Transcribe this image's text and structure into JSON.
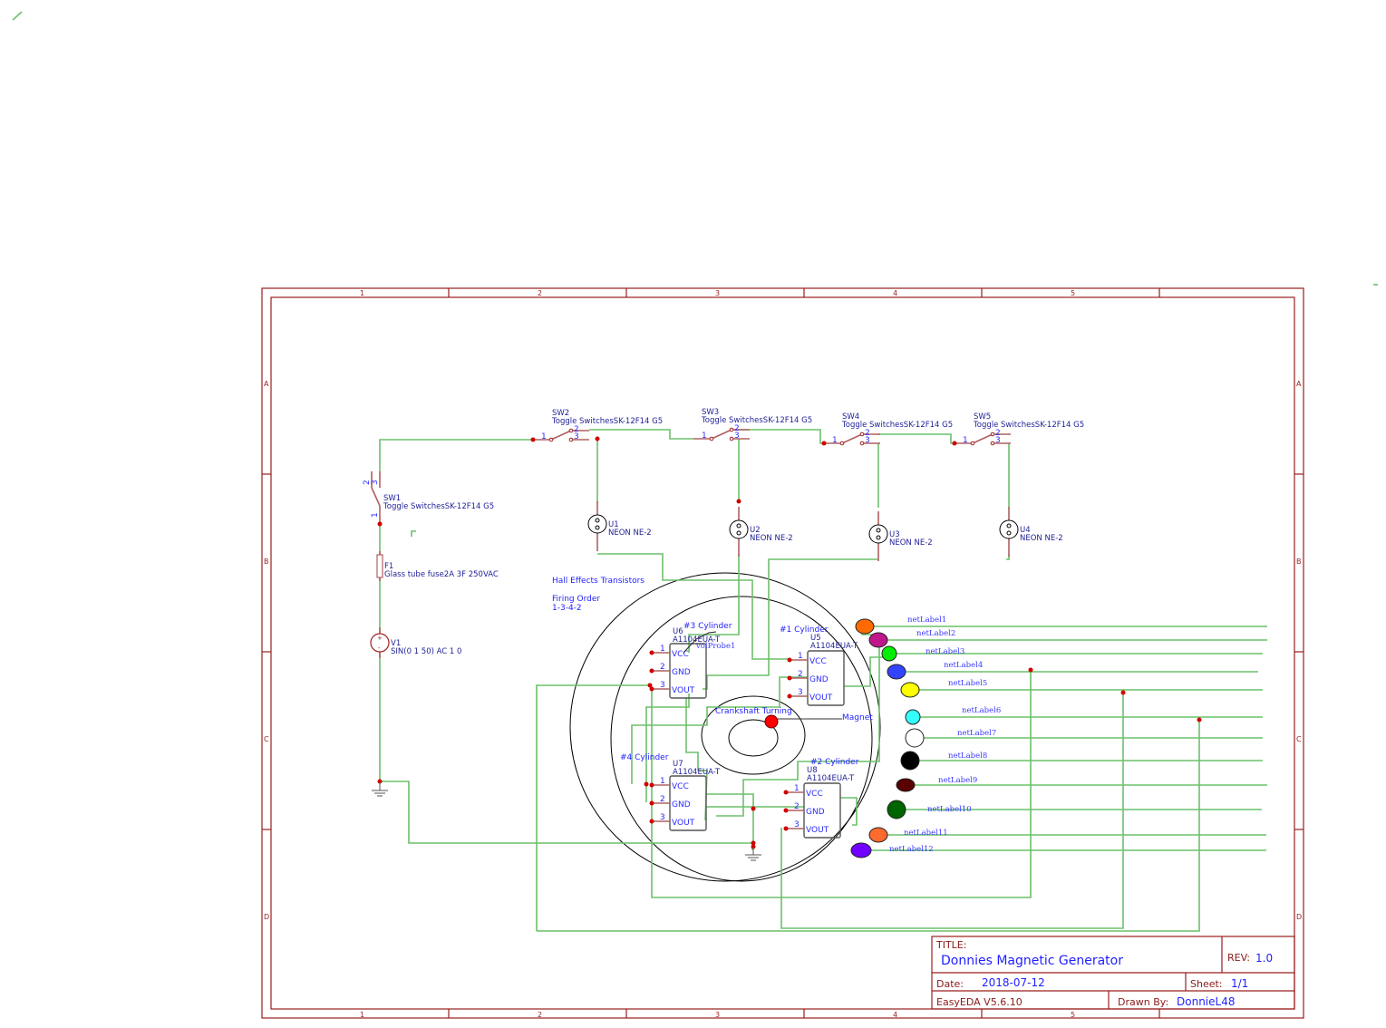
{
  "frame": {
    "columns": [
      "1",
      "2",
      "3",
      "4",
      "5"
    ],
    "rows": [
      "A",
      "B",
      "C",
      "D"
    ]
  },
  "components": {
    "sw1": {
      "ref": "SW1",
      "value": "Toggle SwitchesSK-12F14 G5",
      "pins": [
        "1",
        "2",
        "3"
      ]
    },
    "sw2": {
      "ref": "SW2",
      "value": "Toggle SwitchesSK-12F14 G5",
      "pins": [
        "1",
        "2",
        "3"
      ]
    },
    "sw3": {
      "ref": "SW3",
      "value": "Toggle SwitchesSK-12F14 G5",
      "pins": [
        "1",
        "2",
        "3"
      ]
    },
    "sw4": {
      "ref": "SW4",
      "value": "Toggle SwitchesSK-12F14 G5",
      "pins": [
        "1",
        "2",
        "3"
      ]
    },
    "sw5": {
      "ref": "SW5",
      "value": "Toggle SwitchesSK-12F14 G5",
      "pins": [
        "1",
        "2",
        "3"
      ]
    },
    "u1": {
      "ref": "U1",
      "value": "NEON NE-2"
    },
    "u2": {
      "ref": "U2",
      "value": "NEON NE-2"
    },
    "u3": {
      "ref": "U3",
      "value": "NEON NE-2"
    },
    "u4": {
      "ref": "U4",
      "value": "NEON NE-2"
    },
    "f1": {
      "ref": "F1",
      "value": "Glass tube fuse2A 3F 250VAC"
    },
    "v1": {
      "ref": "V1",
      "value": "SIN(0 1 50) AC 1 0"
    },
    "u5": {
      "ref": "U5",
      "value": "A1104EUA-T",
      "label": "#1 Cylinder"
    },
    "u6": {
      "ref": "U6",
      "value": "A1104EUA-T",
      "label": "#3 Cylinder"
    },
    "u7": {
      "ref": "U7",
      "value": "A1104EUA-T",
      "label": "#4 Cylinder"
    },
    "u8": {
      "ref": "U8",
      "value": "A1104EUA-T",
      "label": "#2 Cylinder"
    },
    "hall_pins": [
      {
        "num": "1",
        "name": "VCC"
      },
      {
        "num": "2",
        "name": "GND"
      },
      {
        "num": "3",
        "name": "VOUT"
      }
    ]
  },
  "notes": {
    "hall": "Hall Effects Transistors",
    "firing_title": "Firing Order",
    "firing_value": "1-3-4-2",
    "crankshaft": "Crankshaft Turning",
    "magnet": "Magnet",
    "probe": "volProbe1"
  },
  "net_labels": [
    {
      "text": "netLabel1",
      "color": "#ff6a00"
    },
    {
      "text": "netLabel2",
      "color": "#c0168c"
    },
    {
      "text": "netLabel3",
      "color": "#00ee00"
    },
    {
      "text": "netLabel4",
      "color": "#3344ff"
    },
    {
      "text": "netLabel5",
      "color": "#ffff00"
    },
    {
      "text": "netLabel6",
      "color": "#33ffff"
    },
    {
      "text": "netLabel7",
      "color": "#ffffff"
    },
    {
      "text": "netLabel8",
      "color": "#000000"
    },
    {
      "text": "netLabel9",
      "color": "#5a0000"
    },
    {
      "text": "netLabel10",
      "color": "#006400"
    },
    {
      "text": "netLabel11",
      "color": "#ff6a30"
    },
    {
      "text": "netLabel12",
      "color": "#7000ff"
    }
  ],
  "title_block": {
    "title_label": "TITLE:",
    "title": "Donnies Magnetic Generator",
    "rev_label": "REV:",
    "rev": "1.0",
    "date_label": "Date:",
    "date": "2018-07-12",
    "sheet_label": "Sheet:",
    "sheet": "1/1",
    "tool": "EasyEDA V5.6.10",
    "drawn_label": "Drawn By:",
    "drawn_by": "DonnieL48"
  }
}
